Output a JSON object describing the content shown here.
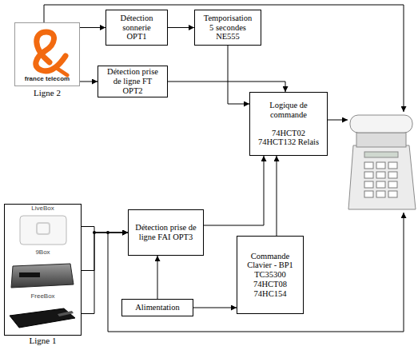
{
  "diagram": {
    "nodes": [
      {
        "text": [
          "france telecom",
          "Ligne 2"
        ]
      },
      {
        "text": [
          "Détection sonnerie OPT1"
        ]
      },
      {
        "text": [
          "Temporisation 5 secondes NE555"
        ]
      },
      {
        "text": [
          "Détection prise de ligne FT OPT2"
        ]
      },
      {
        "text": [
          "Logique de commande",
          "74HCT02 74HCT132 Relais"
        ]
      },
      {
        "text": [
          "Ligne 1"
        ]
      },
      {
        "text": [
          "LiveBox"
        ],
        "in": 5
      },
      {
        "text": [
          "9Box"
        ],
        "in": 5
      },
      {
        "text": [
          "FreeBox"
        ],
        "in": 5
      },
      {
        "text": [
          "Détection prise de ligne FAI OPT3"
        ]
      },
      {
        "text": [
          "Commande Clavier - BP1 TC35300 74HCT08 74HC154"
        ]
      },
      {
        "text": [
          "Alimentation"
        ]
      }
    ],
    "edges": [
      {
        "from": 0,
        "to": 1,
        "arrow": "to"
      },
      {
        "from": 1,
        "to": 2,
        "arrow": "to"
      },
      {
        "from": 2,
        "to": 4,
        "arrow": "to"
      },
      {
        "from": 0,
        "to": 3,
        "arrow": "to"
      },
      {
        "from": 3,
        "to": 4,
        "arrow": "to"
      },
      {
        "from": 6,
        "to": 9,
        "arrow": "to"
      },
      {
        "from": 7,
        "to": 9,
        "arrow": "to"
      },
      {
        "from": 8,
        "to": 9,
        "arrow": "to"
      },
      {
        "from": 9,
        "to": 4,
        "arrow": "to"
      },
      {
        "from": 10,
        "to": 4,
        "arrow": "to"
      },
      {
        "from": 11,
        "to": 9,
        "arrow": "to"
      },
      {
        "from": 11,
        "to": 10,
        "arrow": "to"
      }
    ]
  }
}
